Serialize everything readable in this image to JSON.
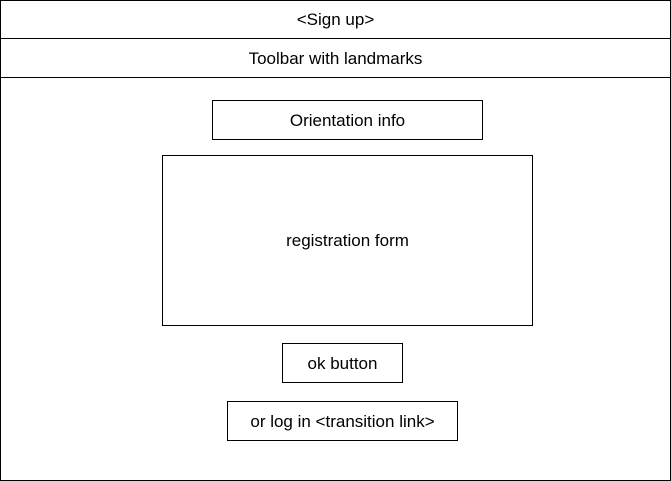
{
  "screen": {
    "title": "<Sign up>",
    "toolbar": "Toolbar with landmarks",
    "orientation_info": "Orientation info",
    "registration_form": "registration form",
    "ok_button": "ok button",
    "login_link": "or log in <transition link>"
  },
  "colors": {
    "stroke": "#000000",
    "background": "#ffffff"
  }
}
